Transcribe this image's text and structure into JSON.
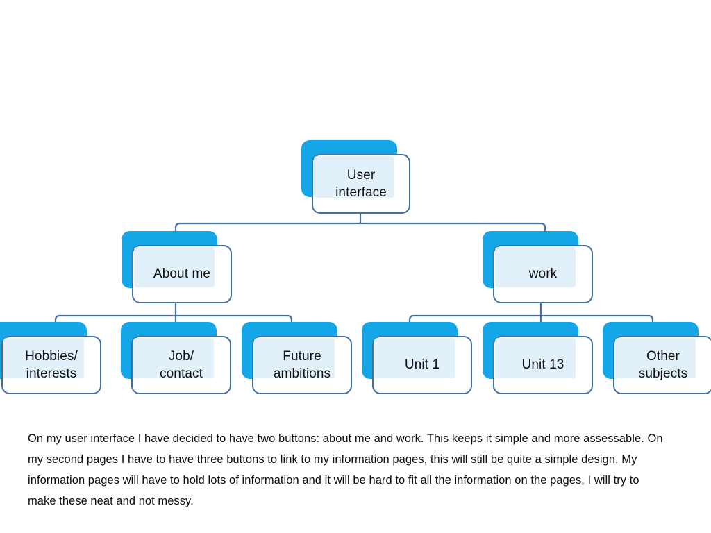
{
  "diagram": {
    "title_node": {
      "label": "User\ninterface"
    },
    "level2": [
      {
        "label": "About me"
      },
      {
        "label": "work"
      }
    ],
    "level3_left": [
      {
        "label": "Hobbies/\ninterests"
      },
      {
        "label": "Job/\ncontact"
      },
      {
        "label": "Future\nambitions"
      }
    ],
    "level3_right": [
      {
        "label": "Unit 1"
      },
      {
        "label": "Unit 13"
      },
      {
        "label": "Other\nsubjects"
      }
    ],
    "colors": {
      "accent_blue": "#15A6E8",
      "card_border": "#4170A3",
      "card_fill": "#E2F0FA",
      "card_bg": "#FFFFFF",
      "connector": "#44719F",
      "text": "#111111",
      "background": "#FFFFFF"
    }
  },
  "caption": {
    "text": "On my user interface I have decided to have two buttons: about me and work. This keeps it simple and more assessable. On my second pages I have to have three buttons to link to my information pages, this will still be quite a simple design. My information pages will have to hold lots of information and it will be hard to fit all the information on the pages, I will try to make these neat and not messy."
  }
}
